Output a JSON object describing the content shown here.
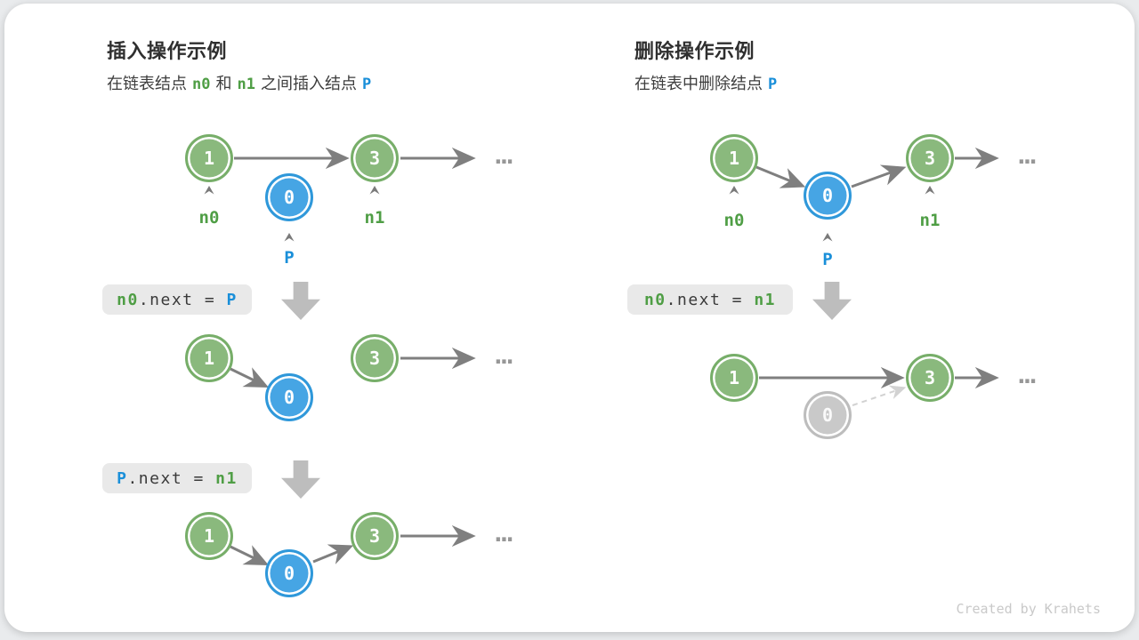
{
  "colors": {
    "node_green_fill": "#8ab97d",
    "node_green_border": "#77ae69",
    "node_blue_fill": "#46a5e4",
    "node_blue_border": "#2f98da",
    "node_gray_fill": "#c9c9c9",
    "text_green": "#4f9e45",
    "text_blue": "#1a8fd9",
    "arrow_gray": "#7f7f7f",
    "arrow_dashed": "#d2d2d2",
    "code_box_bg": "#e9e9e9",
    "block_arrow": "#bdbdbd"
  },
  "footer": "Created by Krahets",
  "insert": {
    "title": "插入操作示例",
    "subtitle": {
      "part1": "在链表结点",
      "n0": "n0",
      "part2": "和",
      "n1": "n1",
      "part3": "之间插入结点",
      "p": "P"
    },
    "code1": {
      "lhs": "n0",
      "mid": ".next = ",
      "rhs": "P"
    },
    "code2": {
      "lhs": "P",
      "mid": ".next = ",
      "rhs": "n1"
    },
    "step1": {
      "node1": "1",
      "node3": "3",
      "nodeP": "0",
      "label_n0": "n0",
      "label_n1": "n1",
      "label_p": "P",
      "dots": "..."
    },
    "step2": {
      "node1": "1",
      "node3": "3",
      "nodeP": "0",
      "dots": "..."
    },
    "step3": {
      "node1": "1",
      "node3": "3",
      "nodeP": "0",
      "dots": "..."
    }
  },
  "delete": {
    "title": "删除操作示例",
    "subtitle": {
      "part1": "在链表中删除结点",
      "p": "P"
    },
    "code1": {
      "lhs": "n0",
      "mid": ".next = ",
      "rhs": "n1"
    },
    "step1": {
      "node1": "1",
      "node3": "3",
      "nodeP": "0",
      "label_n0": "n0",
      "label_n1": "n1",
      "label_p": "P",
      "dots": "..."
    },
    "step2": {
      "node1": "1",
      "node3": "3",
      "nodeP": "0",
      "dots": "..."
    }
  }
}
